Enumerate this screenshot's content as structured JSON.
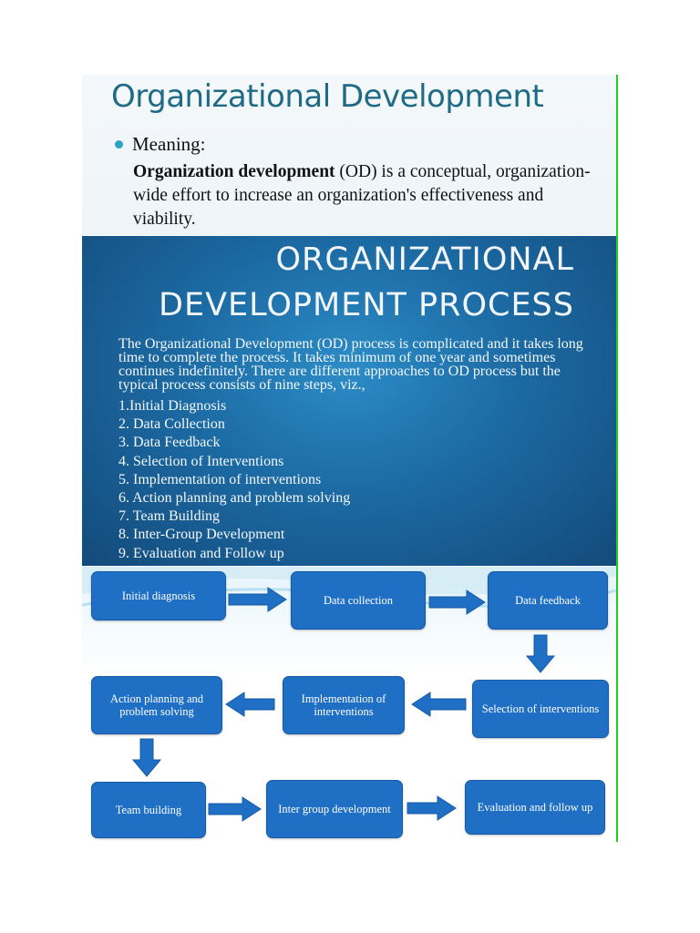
{
  "slide1": {
    "title": "Organizational Development",
    "bullet": "Meaning:",
    "definition_bold": "Organization development",
    "definition_rest": " (OD) is a conceptual, organization-wide effort to increase an organization's effectiveness and viability."
  },
  "slide2": {
    "title_line1": "ORGANIZATIONAL",
    "title_line2": "DEVELOPMENT PROCESS",
    "paragraph": "The Organizational Development (OD) process is complicated and it takes long time to complete the process. It takes minimum of one year and sometimes continues indefinitely. There are different approaches to OD process but the typical process consists of nine steps, viz.,",
    "steps": [
      "1.Initial Diagnosis",
      "2. Data Collection",
      "3. Data Feedback",
      "4. Selection of Interventions",
      "5. Implementation of interventions",
      "6. Action planning and problem solving",
      "7. Team Building",
      "8. Inter-Group Development",
      "9. Evaluation and Follow up"
    ]
  },
  "flowchart": {
    "box_color": "#1f6fc4",
    "nodes": [
      "Initial diagnosis",
      "Data collection",
      "Data feedback",
      "Selection of interventions",
      "Implementation of interventions",
      "Action planning and problem solving",
      "Team building",
      "Inter group development",
      "Evaluation and follow up"
    ]
  }
}
